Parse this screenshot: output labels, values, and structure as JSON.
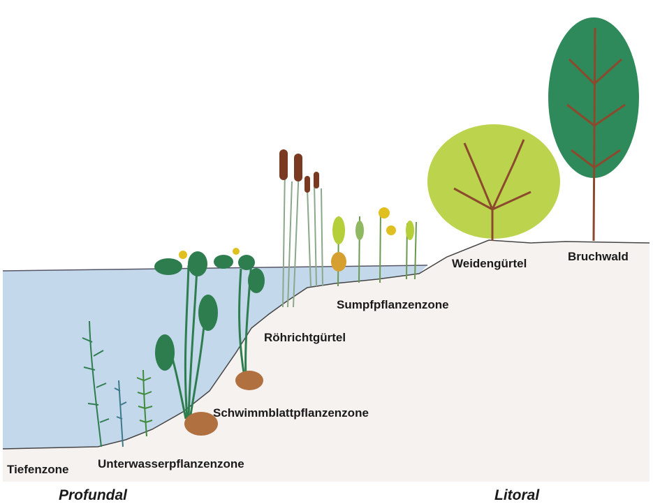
{
  "labels": {
    "tiefenzone": "Tiefenzone",
    "unterwasser": "Unterwasserpflanzenzone",
    "schwimmblatt": "Schwimmblattpflanzenzone",
    "roehricht": "Röhrichtgürtel",
    "sumpf": "Sumpfpflanzenzone",
    "weiden": "Weidengürtel",
    "bruchwald": "Bruchwald",
    "profundal": "Profundal",
    "litoral": "Litoral"
  },
  "colors": {
    "water": "#c4d8ec",
    "ground": "#f6f2ef",
    "leaf_green": "#2e7d4f",
    "willow": "#b5cf3a",
    "trunk": "#8b4a2e",
    "reed_head": "#7a3a22"
  }
}
